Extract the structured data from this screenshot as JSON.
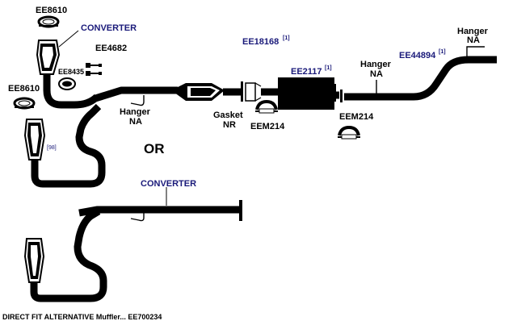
{
  "labels": {
    "ee8610_top": "EE8610",
    "converter_top": "CONVERTER",
    "ee4682": "EE4682",
    "ee8435": "EE8435",
    "ee8610_left": "EE8610",
    "hanger_na_mid_1": "Hanger",
    "hanger_na_mid_2": "NA",
    "ee18168": "EE18168",
    "ee18168_note": "[1]",
    "ee2117": "EE2117",
    "ee2117_note": "[1]",
    "gasket_1": "Gasket",
    "gasket_2": "NR",
    "eem214_left": "EEM214",
    "eem214_right": "EEM214",
    "hanger_right_1": "Hanger",
    "hanger_right_2": "NA",
    "ee44894": "EE44894",
    "ee44894_note": "[1]",
    "hanger_top_1": "Hanger",
    "hanger_top_2": "NA",
    "or_label": "OR",
    "year_note": "[98]",
    "converter_bottom": "CONVERTER",
    "footer": "DIRECT FIT ALTERNATIVE Muffler... EE700234"
  }
}
